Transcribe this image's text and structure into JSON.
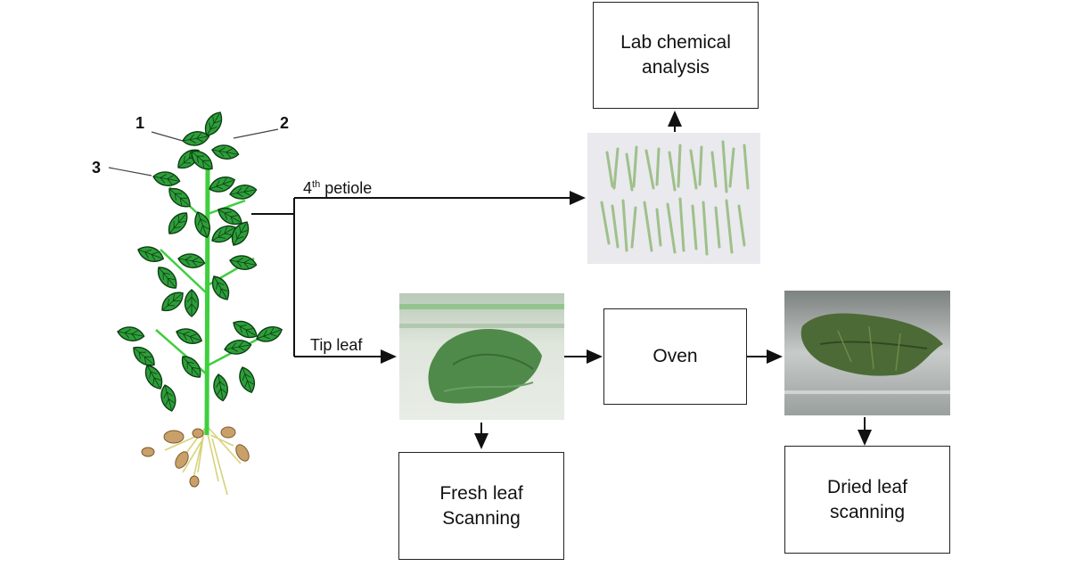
{
  "plant": {
    "callout_1": "1",
    "callout_2": "2",
    "callout_3": "3"
  },
  "edges": {
    "petiole_base": "4",
    "petiole_sup": "th",
    "petiole_rest": "petiole",
    "tip_leaf": "Tip leaf"
  },
  "boxes": {
    "lab": "Lab chemical\nanalysis",
    "oven": "Oven",
    "fresh": "Fresh leaf\nScanning",
    "dried": "Dried leaf\nscanning"
  }
}
